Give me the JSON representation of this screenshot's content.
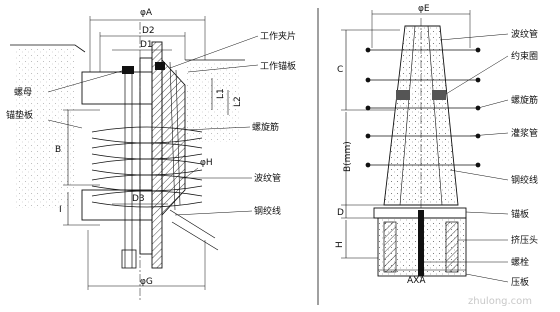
{
  "left_view": {
    "dims": {
      "phiA": "φA",
      "D2": "D2",
      "D1": "D1",
      "D3": "D3",
      "phiG": "φG",
      "phiH": "φH",
      "B": "B",
      "I": "I",
      "L1": "L1",
      "L2": "L2"
    },
    "labels": {
      "work_clip": "工作夹片",
      "work_anchor_plate": "工作锚板",
      "nut": "螺母",
      "anchor_pad": "锚垫板",
      "spiral_bar": "螺旋筋",
      "bellows": "波纹管",
      "strand": "钢绞线"
    }
  },
  "right_view": {
    "dims": {
      "phiE": "φE",
      "C": "C",
      "Bm": "B(mm)",
      "D": "D",
      "H": "H",
      "AxA": "AXA"
    },
    "labels": {
      "bellows": "波纹管",
      "restraint_ring": "约束圈",
      "spiral_bar": "螺旋筋",
      "grout_pipe": "灌浆管",
      "strand": "钢绞线",
      "anchor_plate": "锚板",
      "extrusion_head": "挤压头",
      "bolt": "螺栓",
      "pressure_plate": "压板"
    }
  },
  "watermark": "zhulong.com"
}
